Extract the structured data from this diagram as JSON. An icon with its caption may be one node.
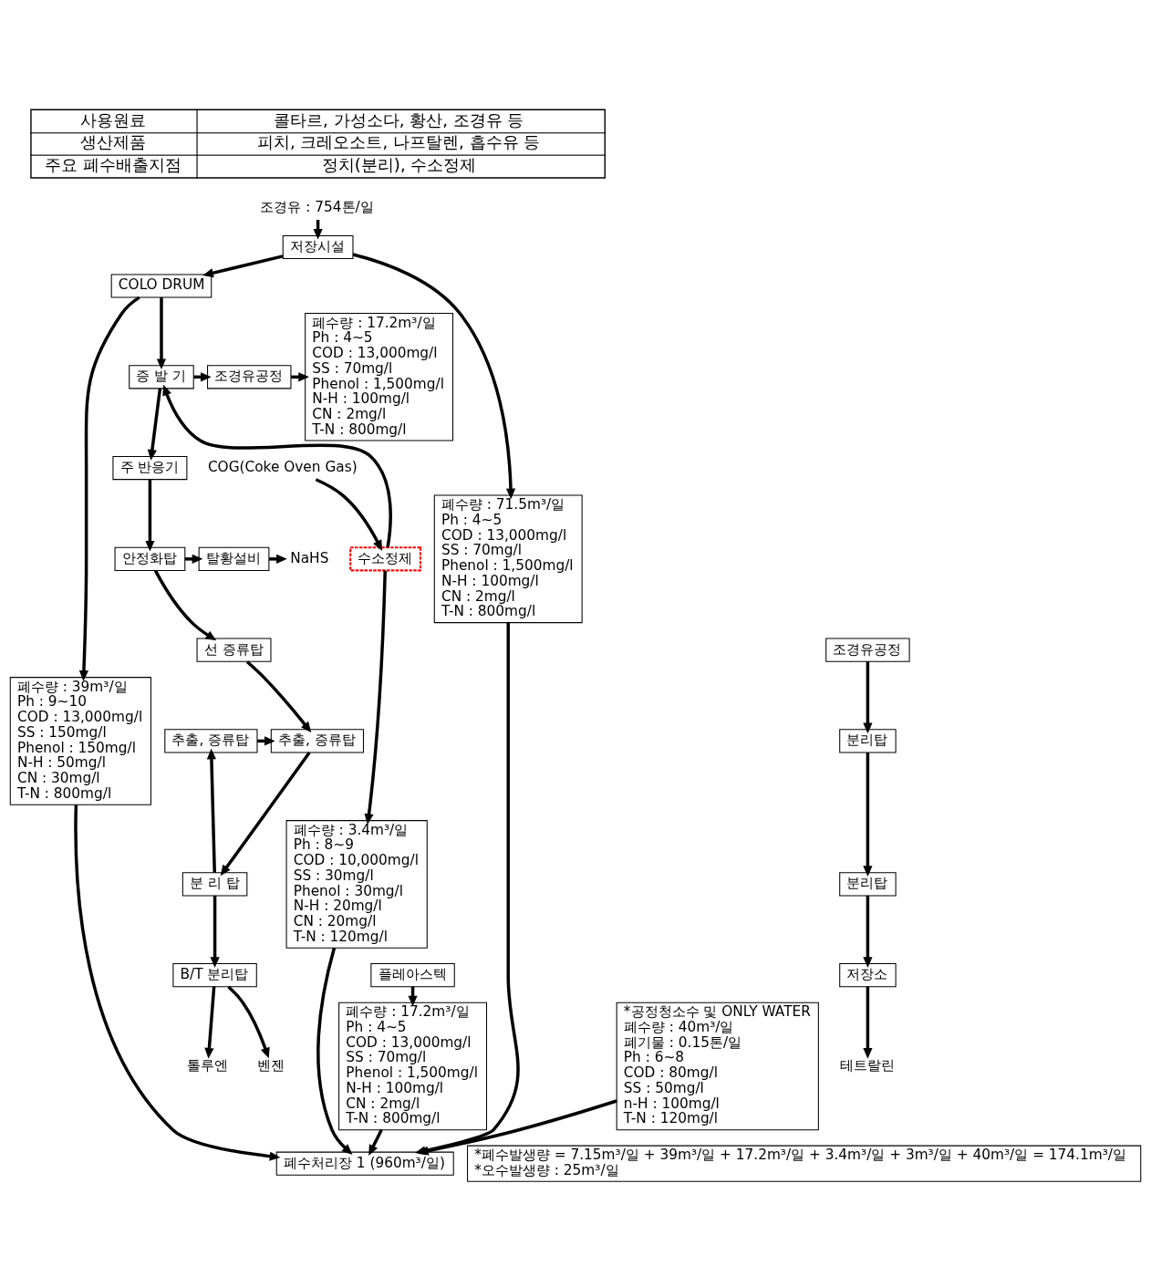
{
  "diagram": {
    "nodes": [
      {
        "text": [
          "조경유 : 754톤/일"
        ]
      },
      {
        "text": [
          "저장시설"
        ]
      },
      {
        "text": [
          "폐수량 : 71.5m³/일",
          "Ph : 4~5",
          "COD : 13,000mg/l",
          "SS : 70mg/l",
          "Phenol : 1,500mg/l",
          "N-H : 100mg/l",
          "CN : 2mg/l",
          "T-N : 800mg/l"
        ]
      },
      {
        "text": [
          "COLO DRUM"
        ]
      },
      {
        "text": [
          "폐수량 : 39m³/일",
          "Ph : 9~10",
          "COD : 13,000mg/l",
          "SS : 150mg/l",
          "Phenol : 150mg/l",
          "N-H : 50mg/l",
          "CN : 30mg/l",
          "T-N : 800mg/l"
        ]
      },
      {
        "text": [
          "폐수량 : 3.4m³/일",
          "Ph : 8~9",
          "COD : 10,000mg/l",
          "SS : 30mg/l",
          "Phenol : 30mg/l",
          "N-H : 20mg/l",
          "CN : 20mg/l",
          "T-N : 120mg/l"
        ]
      },
      {
        "text": [
          "증 발 기"
        ]
      },
      {
        "text": [
          "조경유공정"
        ]
      },
      {
        "text": [
          "폐수량 : 17.2m³/일",
          "Ph : 4~5",
          "COD : 13,000mg/l",
          "SS : 70mg/l",
          "Phenol : 1,500mg/l",
          "N-H : 100mg/l",
          "CN : 2mg/l",
          "T-N : 800mg/l"
        ]
      },
      {
        "text": [
          "주 반응기"
        ]
      },
      {
        "text": [
          "안정화탑"
        ]
      },
      {
        "text": [
          "탈황설비"
        ]
      },
      {
        "text": [
          "NaHS"
        ]
      },
      {
        "text": [
          "수소정제"
        ]
      },
      {
        "text": [
          "COG(Coke Oven Gas)"
        ]
      },
      {
        "text": [
          "선 증류탑"
        ]
      },
      {
        "text": [
          "조경유공정"
        ]
      },
      {
        "text": [
          "폐수처리장 1 (960m³/일)"
        ]
      },
      {
        "text": [
          "폐수량 : 17.2m³/일",
          "Ph : 4~5",
          "COD : 13,000mg/l",
          "SS : 70mg/l",
          "Phenol : 1,500mg/l",
          "N-H : 100mg/l",
          "CN : 2mg/l",
          "T-N : 800mg/l"
        ]
      },
      {
        "text": [
          "추출, 증류탑"
        ]
      },
      {
        "text": [
          "추출, 증류탑"
        ]
      },
      {
        "text": [
          "분리탑"
        ]
      },
      {
        "text": [
          "분 리 탑"
        ]
      },
      {
        "text": [
          "분리탑"
        ]
      },
      {
        "text": [
          "B/T 분리탑"
        ]
      },
      {
        "text": [
          "저장소"
        ]
      },
      {
        "text": [
          "벤젠"
        ]
      },
      {
        "text": [
          "톨루엔"
        ]
      },
      {
        "text": [
          "테트랄린"
        ]
      },
      {
        "text": [
          "플레아스텍"
        ]
      },
      {
        "text": [
          "*공정청소수 및 ONLY WATER",
          "폐수량 : 40m³/일",
          "폐기물 : 0.15톤/일",
          "Ph : 6~8",
          "COD : 80mg/l",
          "SS : 50mg/l",
          "n-H : 100mg/l",
          "T-N : 120mg/l"
        ]
      }
    ],
    "edges": [
      {
        "from": 0,
        "to": 1,
        "arrow": "to"
      },
      {
        "from": 1,
        "to": 2,
        "arrow": "to"
      },
      {
        "from": 1,
        "to": 3,
        "arrow": "to"
      },
      {
        "from": 3,
        "to": 4,
        "arrow": "to"
      },
      {
        "from": 2,
        "to": 17,
        "arrow": "to"
      },
      {
        "from": 4,
        "to": 17,
        "arrow": "to"
      },
      {
        "from": 5,
        "to": 17,
        "arrow": "to"
      },
      {
        "from": 3,
        "to": 6,
        "arrow": "to"
      },
      {
        "from": 13,
        "to": 5,
        "arrow": "to"
      },
      {
        "from": 13,
        "to": 6,
        "arrow": "to"
      },
      {
        "from": 14,
        "to": 13,
        "arrow": "to"
      },
      {
        "from": 6,
        "to": 7,
        "arrow": "to"
      },
      {
        "from": 7,
        "to": 8,
        "arrow": "to"
      },
      {
        "from": 6,
        "to": 9,
        "arrow": "to"
      },
      {
        "from": 9,
        "to": 10,
        "arrow": "to"
      },
      {
        "from": 10,
        "to": 11,
        "arrow": "to"
      },
      {
        "from": 11,
        "to": 12,
        "arrow": "to"
      },
      {
        "from": 10,
        "to": 15,
        "arrow": "to"
      },
      {
        "from": 15,
        "to": 19,
        "arrow": "to"
      },
      {
        "from": 19,
        "to": 22,
        "arrow": "to"
      },
      {
        "from": 22,
        "to": 20,
        "arrow": "to"
      },
      {
        "from": 20,
        "to": 19,
        "arrow": "to"
      },
      {
        "from": 22,
        "to": 24,
        "arrow": "to"
      },
      {
        "from": 24,
        "to": 26,
        "arrow": "to"
      },
      {
        "from": 24,
        "to": 27,
        "arrow": "to"
      },
      {
        "from": 16,
        "to": 21,
        "arrow": "to"
      },
      {
        "from": 21,
        "to": 23,
        "arrow": "to"
      },
      {
        "from": 23,
        "to": 25,
        "arrow": "to"
      },
      {
        "from": 25,
        "to": 28,
        "arrow": "to"
      },
      {
        "from": 18,
        "to": 17,
        "arrow": "to"
      },
      {
        "from": 29,
        "to": 18,
        "arrow": "to"
      },
      {
        "from": 30,
        "to": 17,
        "arrow": "to"
      }
    ],
    "labels": [
      "사용원료",
      "콜타르, 가성소다, 황산, 조경유 등",
      "생산제품",
      "피치, 크레오소트, 나프탈렌, 흡수유 등",
      "주요 폐수배출지점",
      "정치(분리), 수소정제",
      "*폐수발생량 = 7.15m³/일 + 39m³/일 + 17.2m³/일 + 3.4m³/일 + 3m³/일 + 40m³/일 = 174.1m³/일",
      "*오수발생량 : 25m³/일"
    ]
  }
}
